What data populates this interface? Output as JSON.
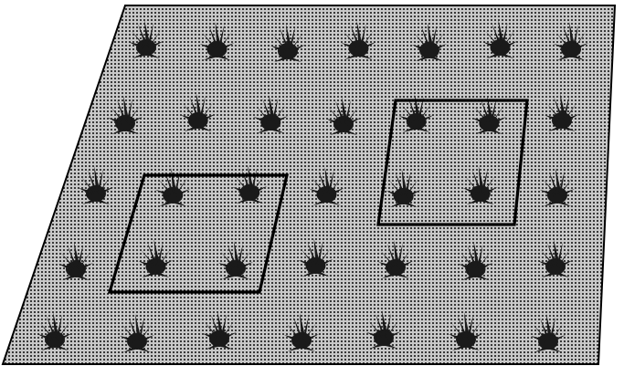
{
  "figure": {
    "field": {
      "fill_color": "#c8c8c8",
      "dot_color": "#111111",
      "outline_color": "#000000",
      "plant_color": "#1a1a1a",
      "plant_rows": 5,
      "plants_per_row": 7
    },
    "sample_quadrats": [
      {
        "name": "left-sample-quadrat",
        "plants_enclosed": 4
      },
      {
        "name": "right-sample-quadrat",
        "plants_enclosed": 4
      }
    ]
  }
}
